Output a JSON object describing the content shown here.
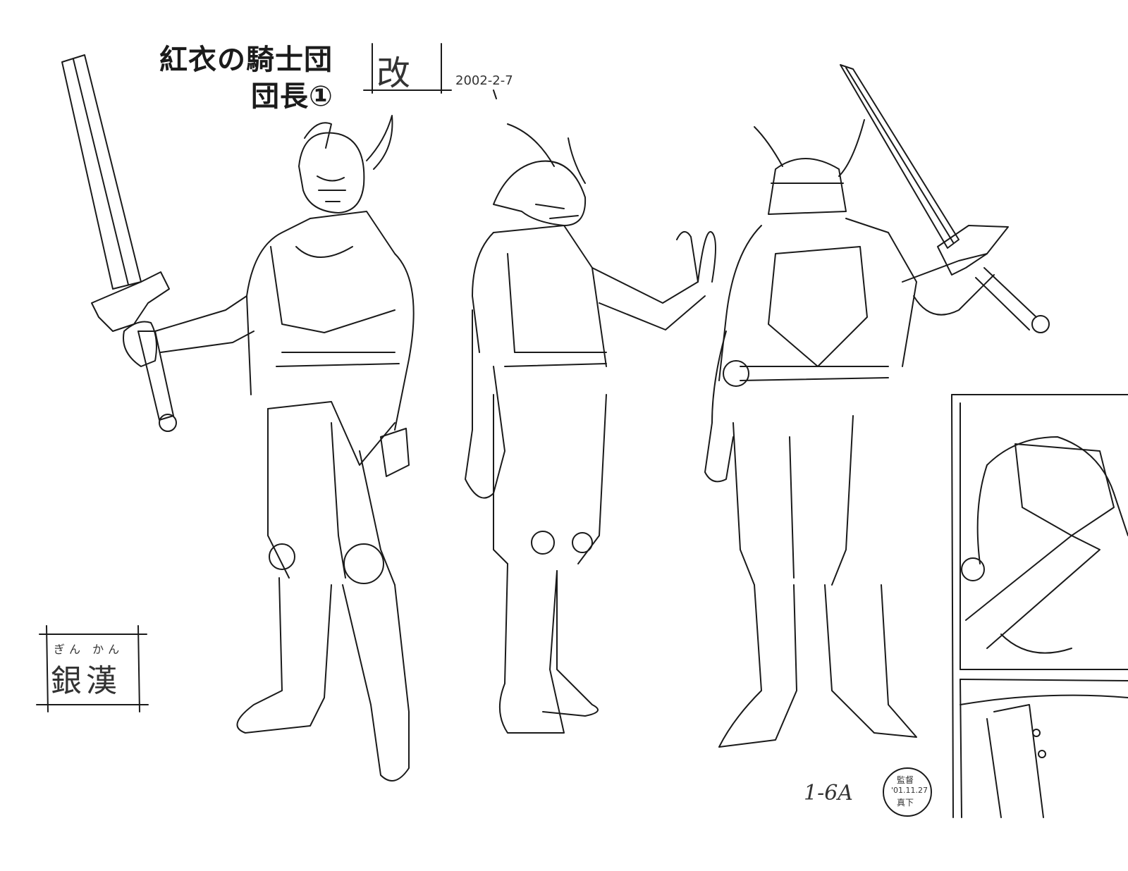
{
  "sheet": {
    "title_line1": "紅衣の騎士団",
    "title_line2": "団長①",
    "revision_mark": "改",
    "date": "2002-2-7",
    "character_name_ruby": "ぎん かん",
    "character_name": "銀漢",
    "sheet_code": "1-6A",
    "stamp": {
      "label": "監督",
      "date": "'01.11.27",
      "name": "真下"
    }
  },
  "colors": {
    "ink": "#1a1a1a",
    "paper": "#ffffff"
  }
}
